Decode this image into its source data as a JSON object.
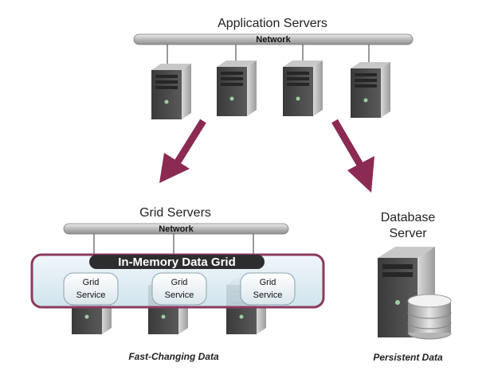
{
  "app_tier": {
    "title": "Application Servers",
    "network_label": "Network"
  },
  "grid_tier": {
    "title": "Grid Servers",
    "network_label": "Network",
    "band_label": "In-Memory Data Grid",
    "services": [
      {
        "line1": "Grid",
        "line2": "Service"
      },
      {
        "line1": "Grid",
        "line2": "Service"
      },
      {
        "line1": "Grid",
        "line2": "Service"
      }
    ],
    "caption": "Fast-Changing Data"
  },
  "db_tier": {
    "title_line1": "Database",
    "title_line2": "Server",
    "caption": "Persistent Data"
  },
  "colors": {
    "arrow": "#8b2a52",
    "grid_band": "#8c3a5e",
    "grid_panel": "#dcecf3",
    "network_bar": "#bdbdbd",
    "server_body": "#4a4a4a"
  },
  "icons": [
    "server-icon",
    "database-icon",
    "arrow-down-icon"
  ]
}
